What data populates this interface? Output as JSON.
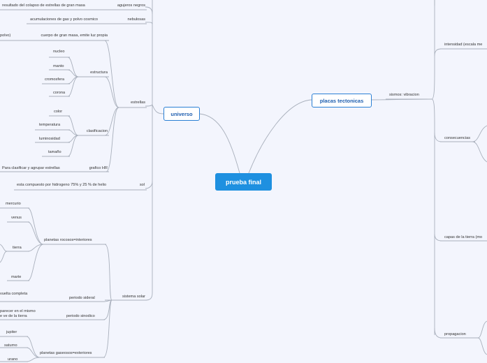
{
  "center": "prueba final",
  "universo": {
    "label": "universo",
    "items": {
      "agujeros_text": "resultado del colapso de estrellas de gran masa",
      "agujeros": "agujeros negros",
      "nebulosas_text": "acumulaciones de gas y polvo cosmico",
      "nebulosas": "nebulosas",
      "polvo": "polvo)",
      "estrellas_text": "cuerpo de gran masa, emite luz propia",
      "estrellas": "estrellas",
      "estructura": "estructura",
      "nucleo": "nucleo",
      "manto": "manto",
      "cromosfera": "cromosfera",
      "corona": "corona",
      "clasificacion": "clasificacion",
      "color": "color",
      "temperatura": "temperatura",
      "luminosidad": "luminosidad",
      "tamano": "tamaño",
      "grafico_text": "Para clasificar y agrupar estrellas",
      "grafico": "grafico HR",
      "sol_text": "esta compuesto por hidrogeno 75% y 25 % de helio",
      "sol": "sol",
      "sistema_solar": "sistema solar",
      "rocosos": "planetas rocosos=interiores",
      "mercurio": "mercurio",
      "venus": "venus",
      "tierra": "tierra",
      "marte": "marte",
      "vuelta": "vuelta completa",
      "sideral": "periodo sideral",
      "sinodico_text1": "parecer en el mismo",
      "sinodico_text2": "e ve de la tierra",
      "sinodico": "periodo sinodico",
      "gaseosos": "planetas gaseosos=exteriores",
      "jupiter": "jupiter",
      "saturno": "saturno",
      "urano": "urano"
    }
  },
  "placas": {
    "label": "placas tectonicas",
    "sismos": "sismos: vibracion",
    "intensidad": "intensidad (escala me",
    "consecuencias": "consecuencias",
    "capas": "capas de la tierra (mo",
    "propagacion": "propagacion"
  }
}
